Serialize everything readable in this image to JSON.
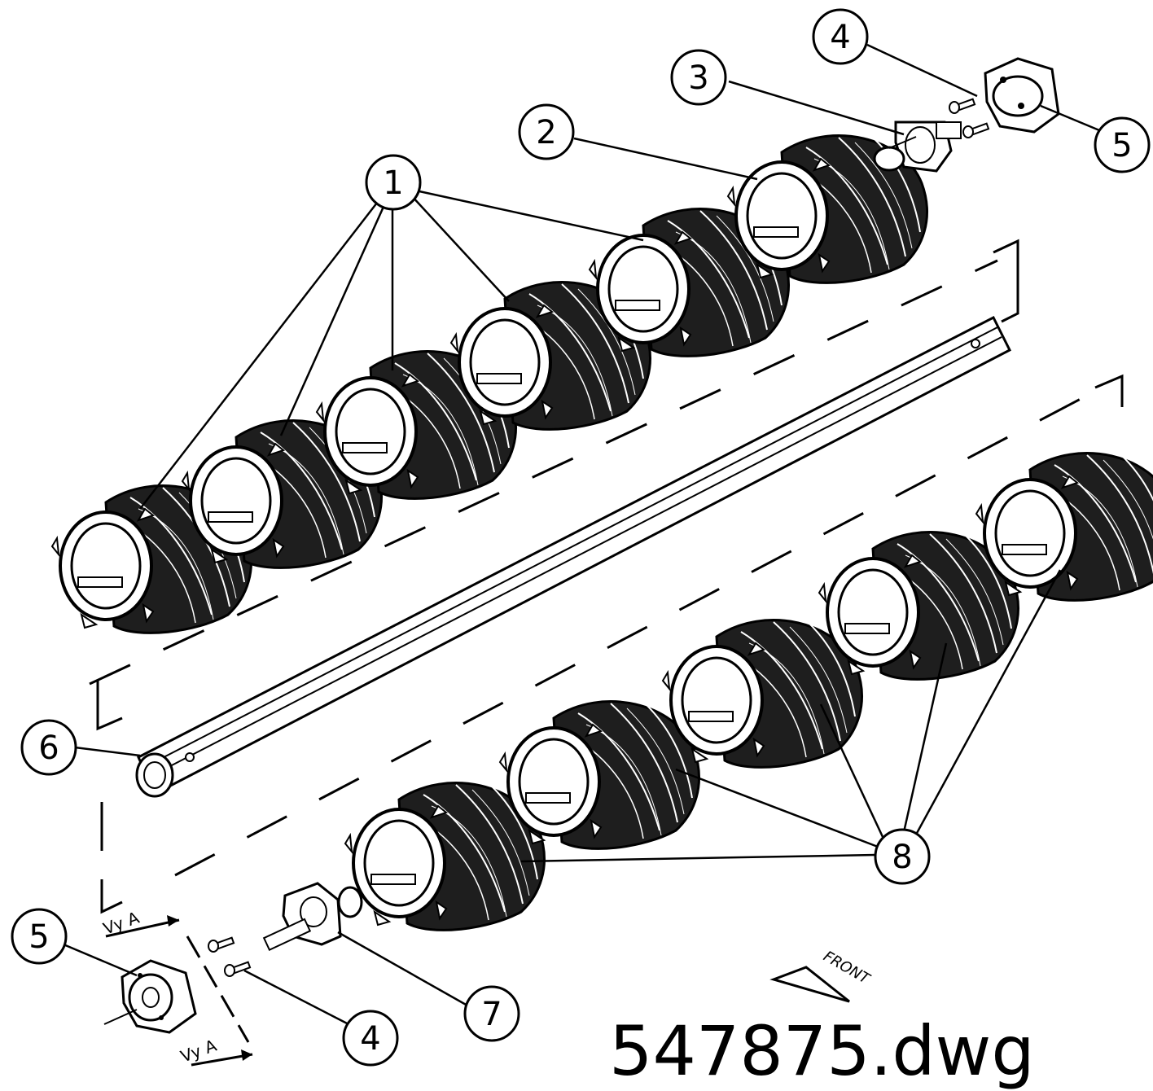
{
  "drawing": {
    "file_name": "547875.dwg",
    "front_label": "FRONT",
    "section_label": "Vy A",
    "callouts": [
      "1",
      "2",
      "3",
      "4",
      "5",
      "6",
      "7",
      "8",
      "4",
      "5"
    ],
    "colors": {
      "ink": "#000000",
      "paper": "#ffffff",
      "roller": "#1e1e1e"
    }
  }
}
